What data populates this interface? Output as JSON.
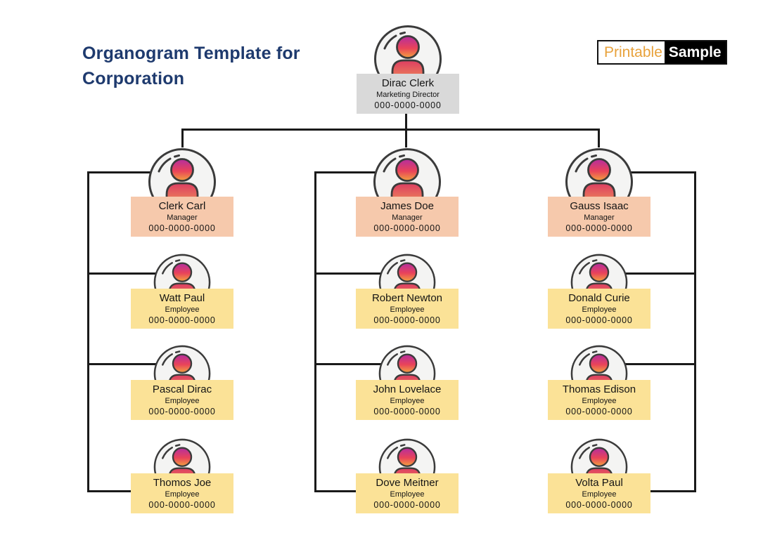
{
  "title": {
    "line1": "Organogram Template for",
    "line2": "Corporation"
  },
  "logo": {
    "part1": "Printable",
    "part2": "Sample"
  },
  "palette": {
    "title_navy": "#1e3a6e",
    "logo_orange": "#e8a23c",
    "logo_black": "#000000",
    "director_box_gray": "#d9d9d9",
    "manager_box_peach": "#f6c9ac",
    "employee_box_yellow": "#fbe297",
    "connector_black": "#1a1a1a",
    "avatar_circle_fill": "#f4f4f3",
    "avatar_stroke": "#3b3b3b",
    "avatar_gradient_top": "#b52d9f",
    "avatar_gradient_mid": "#e9435a",
    "avatar_gradient_bottom": "#f2a33f"
  },
  "org": {
    "director": {
      "name": "Dirac Clerk",
      "role": "Marketing Director",
      "phone": "000-0000-0000"
    },
    "columns": [
      {
        "manager": {
          "name": "Clerk Carl",
          "role": "Manager",
          "phone": "000-0000-0000"
        },
        "employees": [
          {
            "name": "Watt Paul",
            "role": "Employee",
            "phone": "000-0000-0000"
          },
          {
            "name": "Pascal Dirac",
            "role": "Employee",
            "phone": "000-0000-0000"
          },
          {
            "name": "Thomos Joe",
            "role": "Employee",
            "phone": "000-0000-0000"
          }
        ]
      },
      {
        "manager": {
          "name": "James Doe",
          "role": "Manager",
          "phone": "000-0000-0000"
        },
        "employees": [
          {
            "name": "Robert Newton",
            "role": "Employee",
            "phone": "000-0000-0000"
          },
          {
            "name": "John Lovelace",
            "role": "Employee",
            "phone": "000-0000-0000"
          },
          {
            "name": "Dove Meitner",
            "role": "Employee",
            "phone": "000-0000-0000"
          }
        ]
      },
      {
        "manager": {
          "name": "Gauss Isaac",
          "role": "Manager",
          "phone": "000-0000-0000"
        },
        "employees": [
          {
            "name": "Donald Curie",
            "role": "Employee",
            "phone": "000-0000-0000"
          },
          {
            "name": "Thomas Edison",
            "role": "Employee",
            "phone": "000-0000-0000"
          },
          {
            "name": "Volta Paul",
            "role": "Employee",
            "phone": "000-0000-0000"
          }
        ]
      }
    ]
  }
}
